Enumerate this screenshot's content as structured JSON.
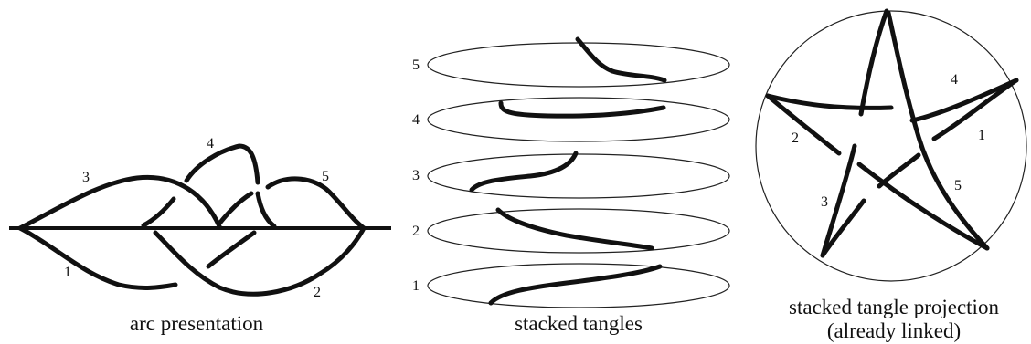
{
  "panels": {
    "arc": {
      "caption": "arc presentation",
      "arc_labels": [
        "1",
        "2",
        "3",
        "4",
        "5"
      ]
    },
    "stacked": {
      "caption": "stacked tangles",
      "level_labels": [
        "5",
        "4",
        "3",
        "2",
        "1"
      ]
    },
    "projection": {
      "caption_line1": "stacked tangle projection",
      "caption_line2": "(already linked)",
      "strand_labels": [
        "4",
        "1",
        "2",
        "3",
        "5"
      ]
    }
  }
}
